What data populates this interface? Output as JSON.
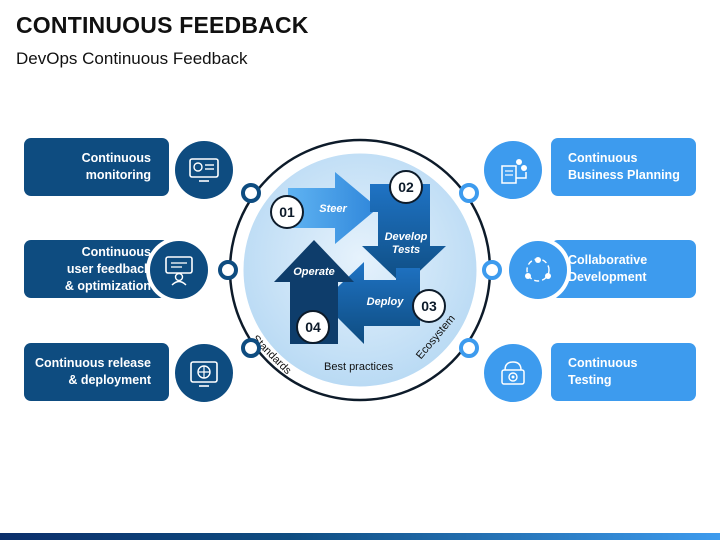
{
  "header": {
    "title": "CONTINUOUS FEEDBACK",
    "subtitle": "DevOps Continuous Feedback"
  },
  "left_items": [
    {
      "label": "Continuous\nmonitoring",
      "icon": "monitoring-icon"
    },
    {
      "label": "Continuous\nuser feedback\n& optimization",
      "icon": "user-feedback-icon"
    },
    {
      "label": "Continuous release\n& deployment",
      "icon": "deployment-icon"
    }
  ],
  "right_items": [
    {
      "label": "Continuous\nBusiness Planning",
      "icon": "business-planning-icon"
    },
    {
      "label": "Collaborative\nDevelopment",
      "icon": "collaboration-icon"
    },
    {
      "label": "Continuous\nTesting",
      "icon": "testing-icon"
    }
  ],
  "cycle": {
    "steps": [
      {
        "number": "01",
        "label": "Steer"
      },
      {
        "number": "02",
        "label": "Develop\nTests"
      },
      {
        "number": "03",
        "label": "Deploy"
      },
      {
        "number": "04",
        "label": "Operate"
      }
    ],
    "ring_labels": {
      "left": "Standards",
      "bottom": "Best practices",
      "right": "Ecosystem"
    }
  },
  "colors": {
    "dark": "#0e4c80",
    "light": "#3d9bee",
    "circle_fill": "#cfe6f8"
  }
}
